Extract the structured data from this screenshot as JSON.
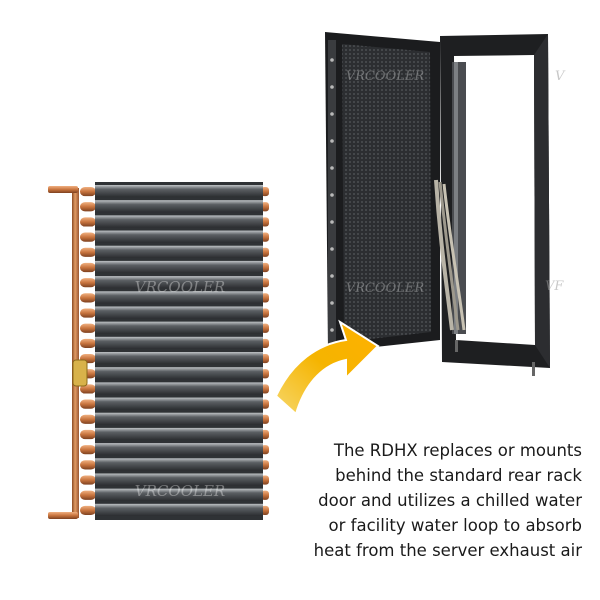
{
  "watermark": "VRCOOLER",
  "caption_lines": [
    "The RDHX replaces or mounts",
    "behind the standard rear rack",
    "door and utilizes a chilled water",
    "or facility water loop to absorb",
    "heat from the server exhaust air"
  ],
  "colors": {
    "arrow": "#f5b400",
    "copper": "#c8743e",
    "fin_dark": "#3a3d40",
    "frame": "#1e1f21"
  }
}
